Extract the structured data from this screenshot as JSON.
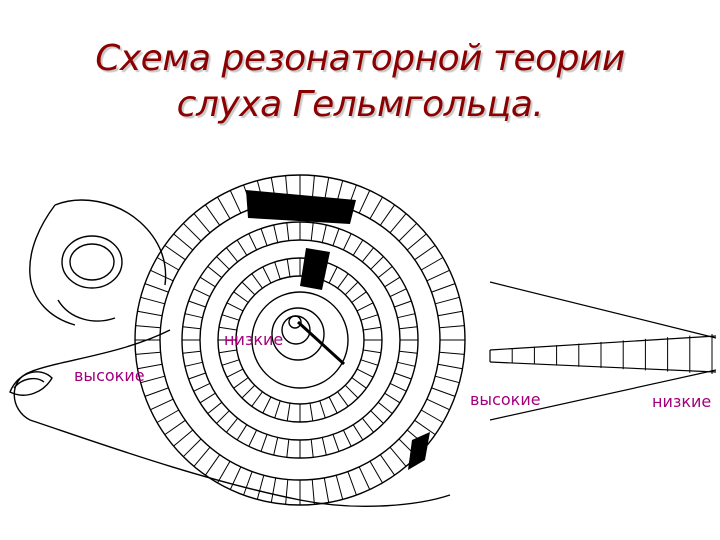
{
  "title": {
    "line1": "Схема резонаторной теории",
    "line2": "слуха Гельмгольца."
  },
  "labels": {
    "cochlea_low": "низкие",
    "cochlea_high": "высокие",
    "membrane_high": "высокие",
    "membrane_low": "низкие"
  },
  "colors": {
    "title": "#8b0000",
    "label": "#a3007c",
    "line": "#000000"
  }
}
